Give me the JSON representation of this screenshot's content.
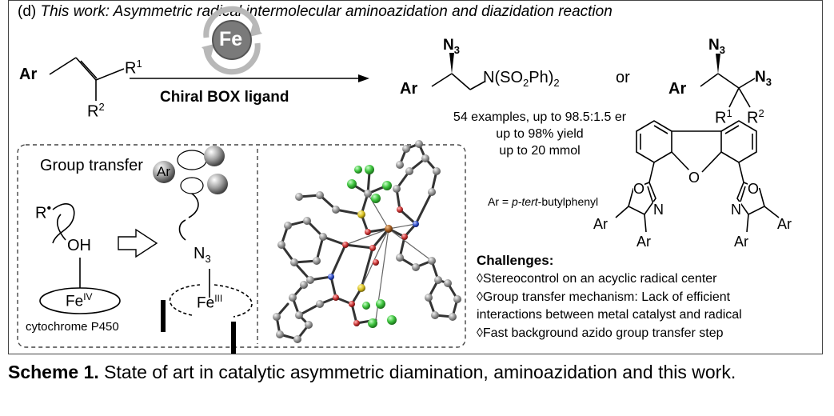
{
  "header": {
    "label_d": "(d)",
    "title": "This work: Asymmetric radical intermolecular aminoazidation and diazidation reaction"
  },
  "reaction": {
    "catalyst_label": "Fe",
    "ligand_label": "Chiral BOX ligand",
    "substrate": {
      "ar": "Ar",
      "r1": "R",
      "r1_sup": "1",
      "r2": "R",
      "r2_sup": "2"
    },
    "product1": {
      "n3": "N",
      "n3_sub": "3",
      "ar": "Ar",
      "group": "N(SO",
      "group_sub": "2",
      "group_tail": "Ph)",
      "group_sub2": "2"
    },
    "or_label": "or",
    "product2": {
      "n3a": "N",
      "n3a_sub": "3",
      "n3b": "N",
      "n3b_sub": "3",
      "ar": "Ar",
      "r1": "R",
      "r1_sup": "1",
      "r2": "R",
      "r2_sup": "2"
    }
  },
  "results": {
    "line1": "54 examples, up to 98.5:1.5 er",
    "line2": "up to 98% yield",
    "line3": "up to 20 mmol"
  },
  "mechanism": {
    "title": "Group transfer",
    "radical": "R",
    "oh": "OH",
    "fe4": "Fe",
    "fe4_sup": "IV",
    "ar_circle": "Ar",
    "n3": "N",
    "n3_sub": "3",
    "fe3": "Fe",
    "fe3_sup": "III",
    "enzyme": "cytochrome P450"
  },
  "ligand": {
    "ar_definition_prefix": "Ar = ",
    "ar_definition_italic": "p-tert",
    "ar_definition_suffix": "-butylphenyl",
    "o": "O",
    "n": "N",
    "ar": "Ar"
  },
  "challenges": {
    "title": "Challenges:",
    "items": [
      "◊Stereocontrol on an acyclic radical center",
      "◊Group transfer mechanism: Lack of efficient",
      "interactions between metal catalyst and radical",
      "◊Fast background azido group transfer step"
    ]
  },
  "caption": {
    "label": "Scheme 1.",
    "text": " State of art in catalytic asymmetric diamination, aminoazidation and this work."
  },
  "colors": {
    "fe_badge": "#7a7a7a",
    "fe_arrow": "#b8b8b8",
    "atom_gray": "#8a8a8a",
    "atom_green": "#3fc43f",
    "atom_red": "#c83232",
    "atom_blue": "#3050c8",
    "atom_yellow": "#d8c020",
    "atom_brown": "#a05a1e"
  }
}
